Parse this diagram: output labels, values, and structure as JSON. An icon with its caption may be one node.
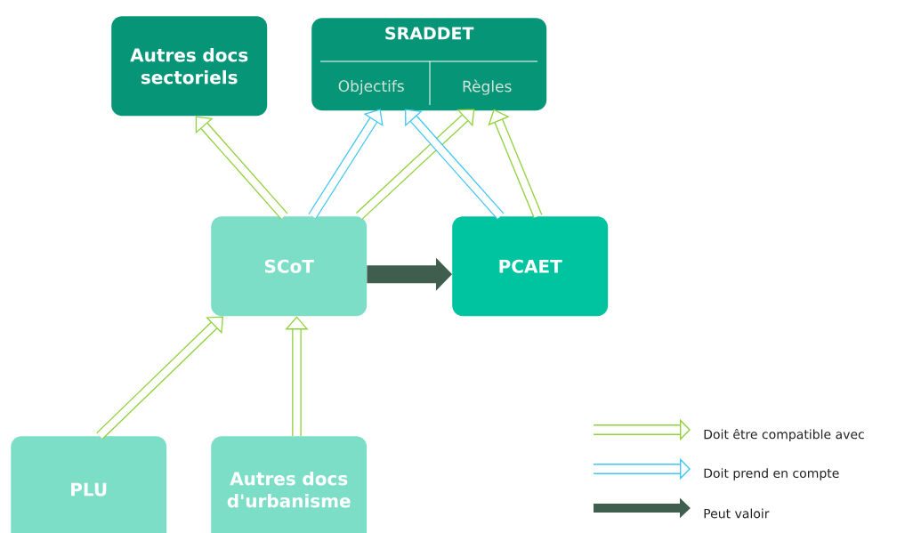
{
  "diagram": {
    "nodes": [
      {
        "text": [
          "Autres docs sectoriels"
        ]
      },
      {
        "text": [
          "SRADDET"
        ]
      },
      {
        "text": [
          "Objectifs"
        ],
        "in": 1
      },
      {
        "text": [
          "Règles"
        ],
        "in": 1
      },
      {
        "text": [
          "SCoT"
        ]
      },
      {
        "text": [
          "PCAET"
        ]
      },
      {
        "text": [
          "PLU"
        ]
      },
      {
        "text": [
          "Autres docs d'urbanisme"
        ]
      }
    ],
    "edges": [
      {
        "from": 4,
        "to": 0,
        "arrow": "to"
      },
      {
        "from": 4,
        "to": 2,
        "arrow": "to",
        "color": "#3fc6f2"
      },
      {
        "from": 4,
        "to": 3,
        "arrow": "to"
      },
      {
        "from": 5,
        "to": 2,
        "arrow": "to",
        "color": "#3fc6f2"
      },
      {
        "from": 5,
        "to": 3,
        "arrow": "to"
      },
      {
        "from": 4,
        "to": 5,
        "arrow": "to",
        "style": "thick",
        "color": "#3f5e4e"
      },
      {
        "from": 6,
        "to": 4,
        "arrow": "to"
      },
      {
        "from": 7,
        "to": 4,
        "arrow": "to"
      }
    ],
    "legend": [
      {
        "text": "Doit être compatible avec"
      },
      {
        "text": "Doit prend en compte"
      },
      {
        "text": "Peut valoir"
      }
    ]
  }
}
